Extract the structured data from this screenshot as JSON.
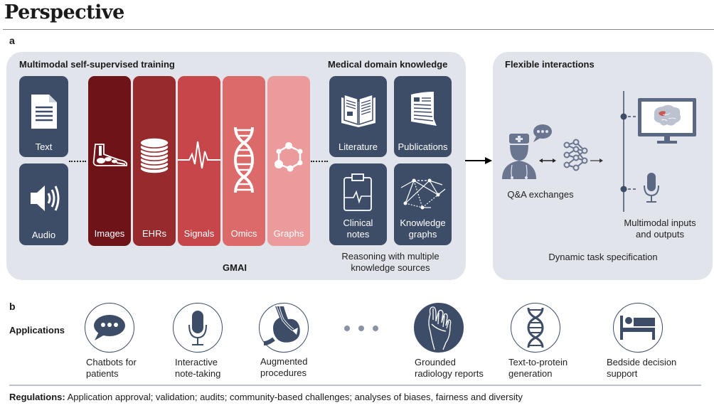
{
  "header": {
    "title": "Perspective"
  },
  "panel_a": {
    "label": "a",
    "training": {
      "heading": "Multimodal self-supervised training",
      "inputs": [
        {
          "label": "Text",
          "icon": "document-icon"
        },
        {
          "label": "Audio",
          "icon": "speaker-icon"
        }
      ],
      "modalities": [
        {
          "label": "Images",
          "icon": "foot-xray-icon",
          "color": "#6e1418"
        },
        {
          "label": "EHRs",
          "icon": "database-icon",
          "color": "#972a2d"
        },
        {
          "label": "Signals",
          "icon": "waveform-icon",
          "color": "#c6464a"
        },
        {
          "label": "Omics",
          "icon": "dna-icon",
          "color": "#dc6a6a"
        },
        {
          "label": "Graphs",
          "icon": "molecule-graph-icon",
          "color": "#eb9b9b"
        }
      ],
      "model_label": "GMAI"
    },
    "knowledge": {
      "heading": "Medical domain knowledge",
      "sources": [
        {
          "label": "Literature",
          "icon": "open-book-icon"
        },
        {
          "label": "Publications",
          "icon": "paper-icon"
        },
        {
          "label": "Clinical notes",
          "line1": "Clinical",
          "line2": "notes",
          "icon": "clipboard-icon"
        },
        {
          "label": "Knowledge graphs",
          "line1": "Knowledge",
          "line2": "graphs",
          "icon": "network-icon"
        }
      ],
      "caption_line1": "Reasoning with multiple",
      "caption_line2": "knowledge sources"
    },
    "interactions": {
      "heading": "Flexible interactions",
      "qa_label": "Q&A exchanges",
      "io_line1": "Multimodal inputs",
      "io_line2": "and outputs",
      "footer": "Dynamic task specification",
      "highlight_color": "#c8574f"
    }
  },
  "panel_b": {
    "label": "b",
    "row_label": "Applications",
    "applications": [
      {
        "line1": "Chatbots for",
        "line2": "patients",
        "icon": "chat-bubble-icon"
      },
      {
        "line1": "Interactive",
        "line2": "note-taking",
        "icon": "microphone-icon"
      },
      {
        "line1": "Augmented",
        "line2": "procedures",
        "icon": "stomach-icon"
      },
      {
        "line1": "Grounded",
        "line2": "radiology reports",
        "icon": "foot-xray-icon"
      },
      {
        "line1": "Text-to-protein",
        "line2": "generation",
        "icon": "dna-icon"
      },
      {
        "line1": "Bedside decision",
        "line2": "support",
        "icon": "bed-icon"
      }
    ],
    "regulations_label": "Regulations:",
    "regulations_text": " Application approval; validation; audits; community-based challenges; analyses of biases, fairness and diversity"
  },
  "colors": {
    "navy": "#3d4d68",
    "panel_bg": "#e2e4ec",
    "slate": "#6a7690"
  }
}
